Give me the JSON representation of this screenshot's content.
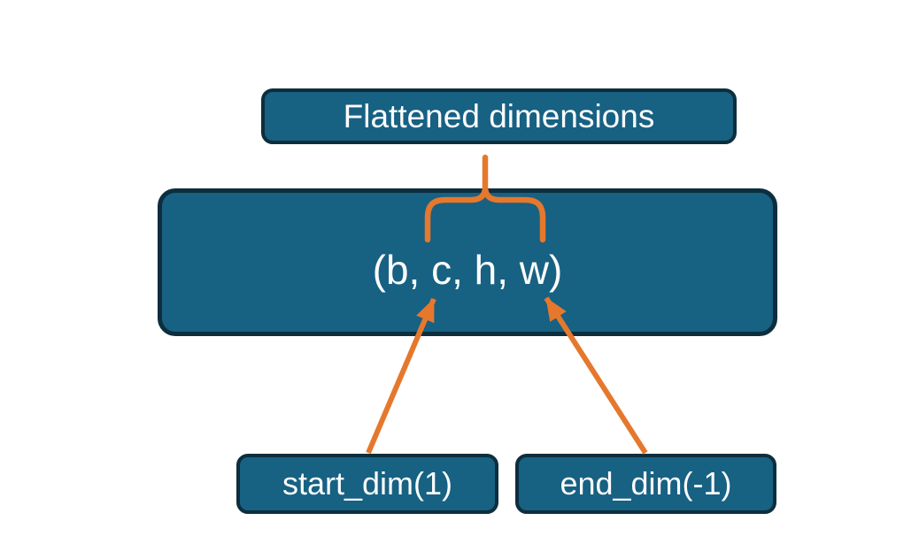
{
  "palette": {
    "box_fill": "#176183",
    "box_border": "#0d2e3d",
    "connector_orange": "#e5782d",
    "text_color": "#fcfcfc",
    "background": "#ffffff"
  },
  "diagram": {
    "title_box": {
      "label": "Flattened dimensions"
    },
    "tensor_box": {
      "label": "(b, c, h, w)"
    },
    "start_dim_box": {
      "label": "start_dim(1)"
    },
    "end_dim_box": {
      "label": "end_dim(-1)"
    }
  }
}
